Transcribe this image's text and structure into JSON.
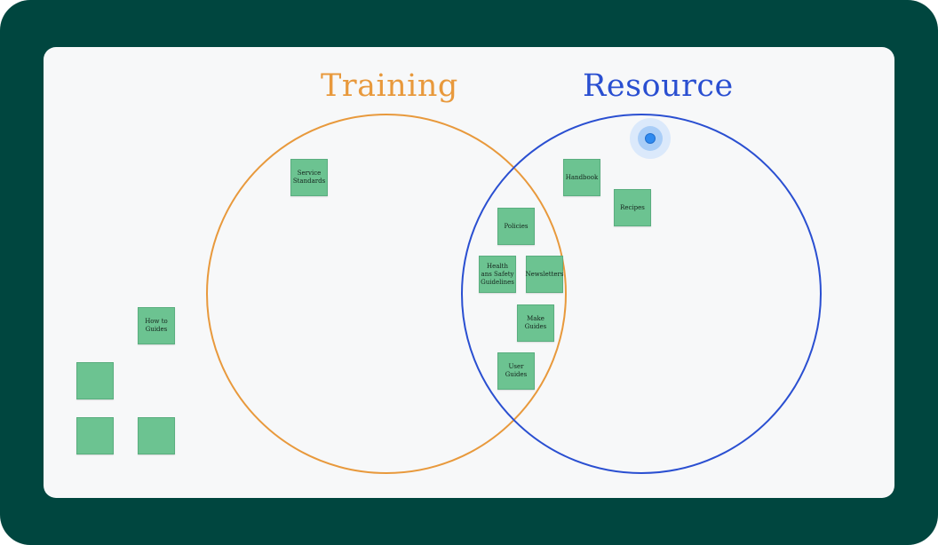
{
  "venn": {
    "left_title": "Training",
    "right_title": "Resource",
    "colors": {
      "left": "#e8993c",
      "right": "#2a4fd1",
      "note": "#6cc391",
      "frame": "#00463f",
      "board": "#f7f8f9"
    }
  },
  "notes": {
    "service_standards": "Service Standards",
    "handbook": "Handbook",
    "recipes": "Recipes",
    "policies": "Policies",
    "health_safety": "Health ans Safety Guidelines",
    "newsletters": "Newsletters",
    "make_guides": "Make Guides",
    "user_guides": "User Guides",
    "how_to_guides": "How to Guides",
    "blank_1": "",
    "blank_2": "",
    "blank_3": ""
  }
}
